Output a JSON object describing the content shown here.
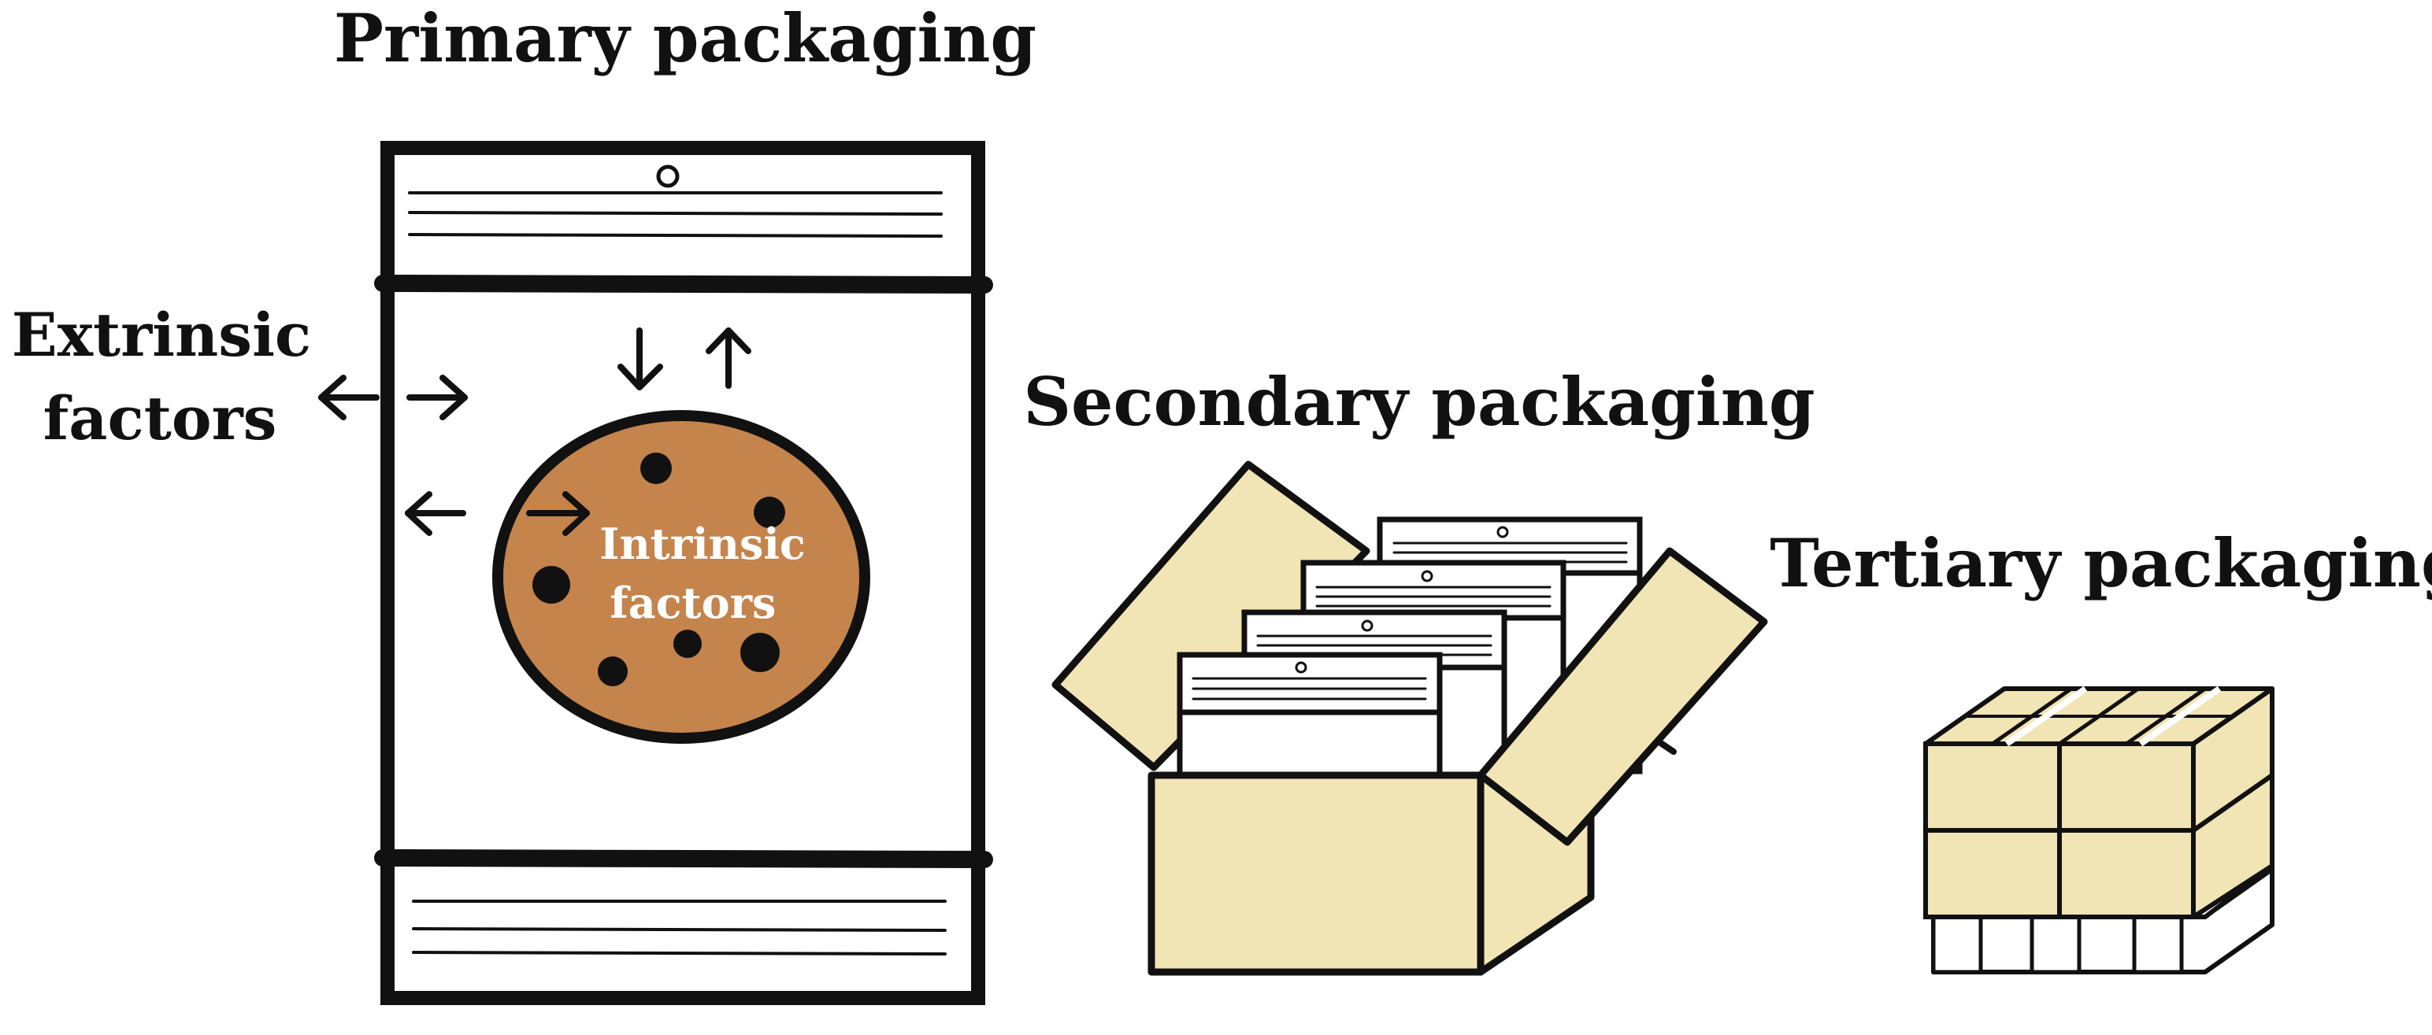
{
  "labels": {
    "primary": "Primary packaging",
    "secondary": "Secondary packaging",
    "tertiary": "Tertiary packaging",
    "extrinsic_line1": "Extrinsic",
    "extrinsic_line2": "factors",
    "intrinsic_line1": "Intrinsic",
    "intrinsic_line2": "factors"
  },
  "colors": {
    "cookie": "#C4844B",
    "cardboard": "#F1E4B5",
    "ink": "#111111",
    "background": "#FFFFFF"
  }
}
